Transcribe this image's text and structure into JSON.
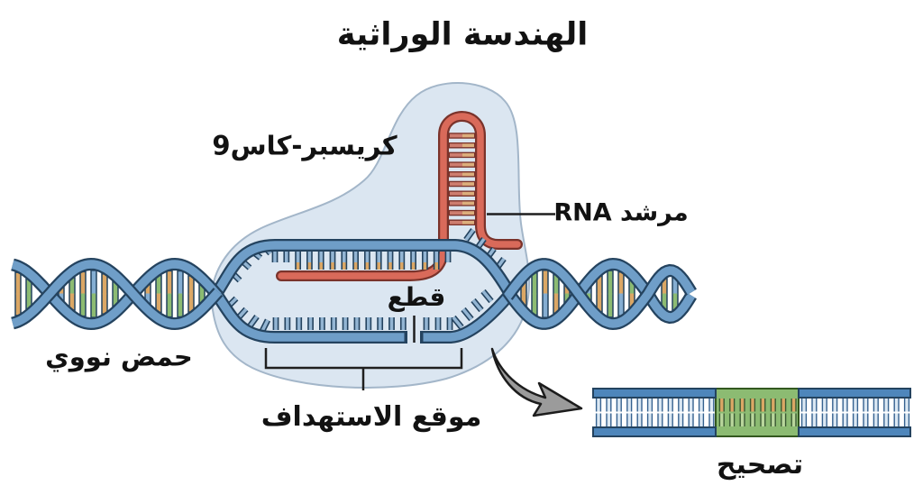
{
  "title": "الهندسة الوراثية",
  "labels": {
    "crispr_cas9": "كريسبر-كاس9",
    "guide_rna": "مرشد RNA",
    "nucleic_acid": "حمض نووي",
    "cut": "قطع",
    "target_site": "موقع الاستهداف",
    "correction": "تصحيح"
  },
  "colors": {
    "background": "#ffffff",
    "cas9_body": "#dbe6f1",
    "cas9_outline": "#a3b6c9",
    "dna_strand": "#6f9ec8",
    "dna_outline": "#24435f",
    "dna_tooth": "#93b5d3",
    "rna_strand": "#d96a5a",
    "rna_outline": "#7a332b",
    "rna_pair_left": "#cd7d6f",
    "rna_pair_right": "#dcae7c",
    "base_orange": "#dba765",
    "base_green": "#8cbb72",
    "base_blue": "#85aed2",
    "ladder_rail": "#4e86bb",
    "ladder_bar": "#dbe8f3",
    "ladder_bar_green": "#b9d69c",
    "ladder_green_outline": "#33581f",
    "arrow_fill": "#9b9b9b",
    "annotation": "#1f1f1f"
  }
}
